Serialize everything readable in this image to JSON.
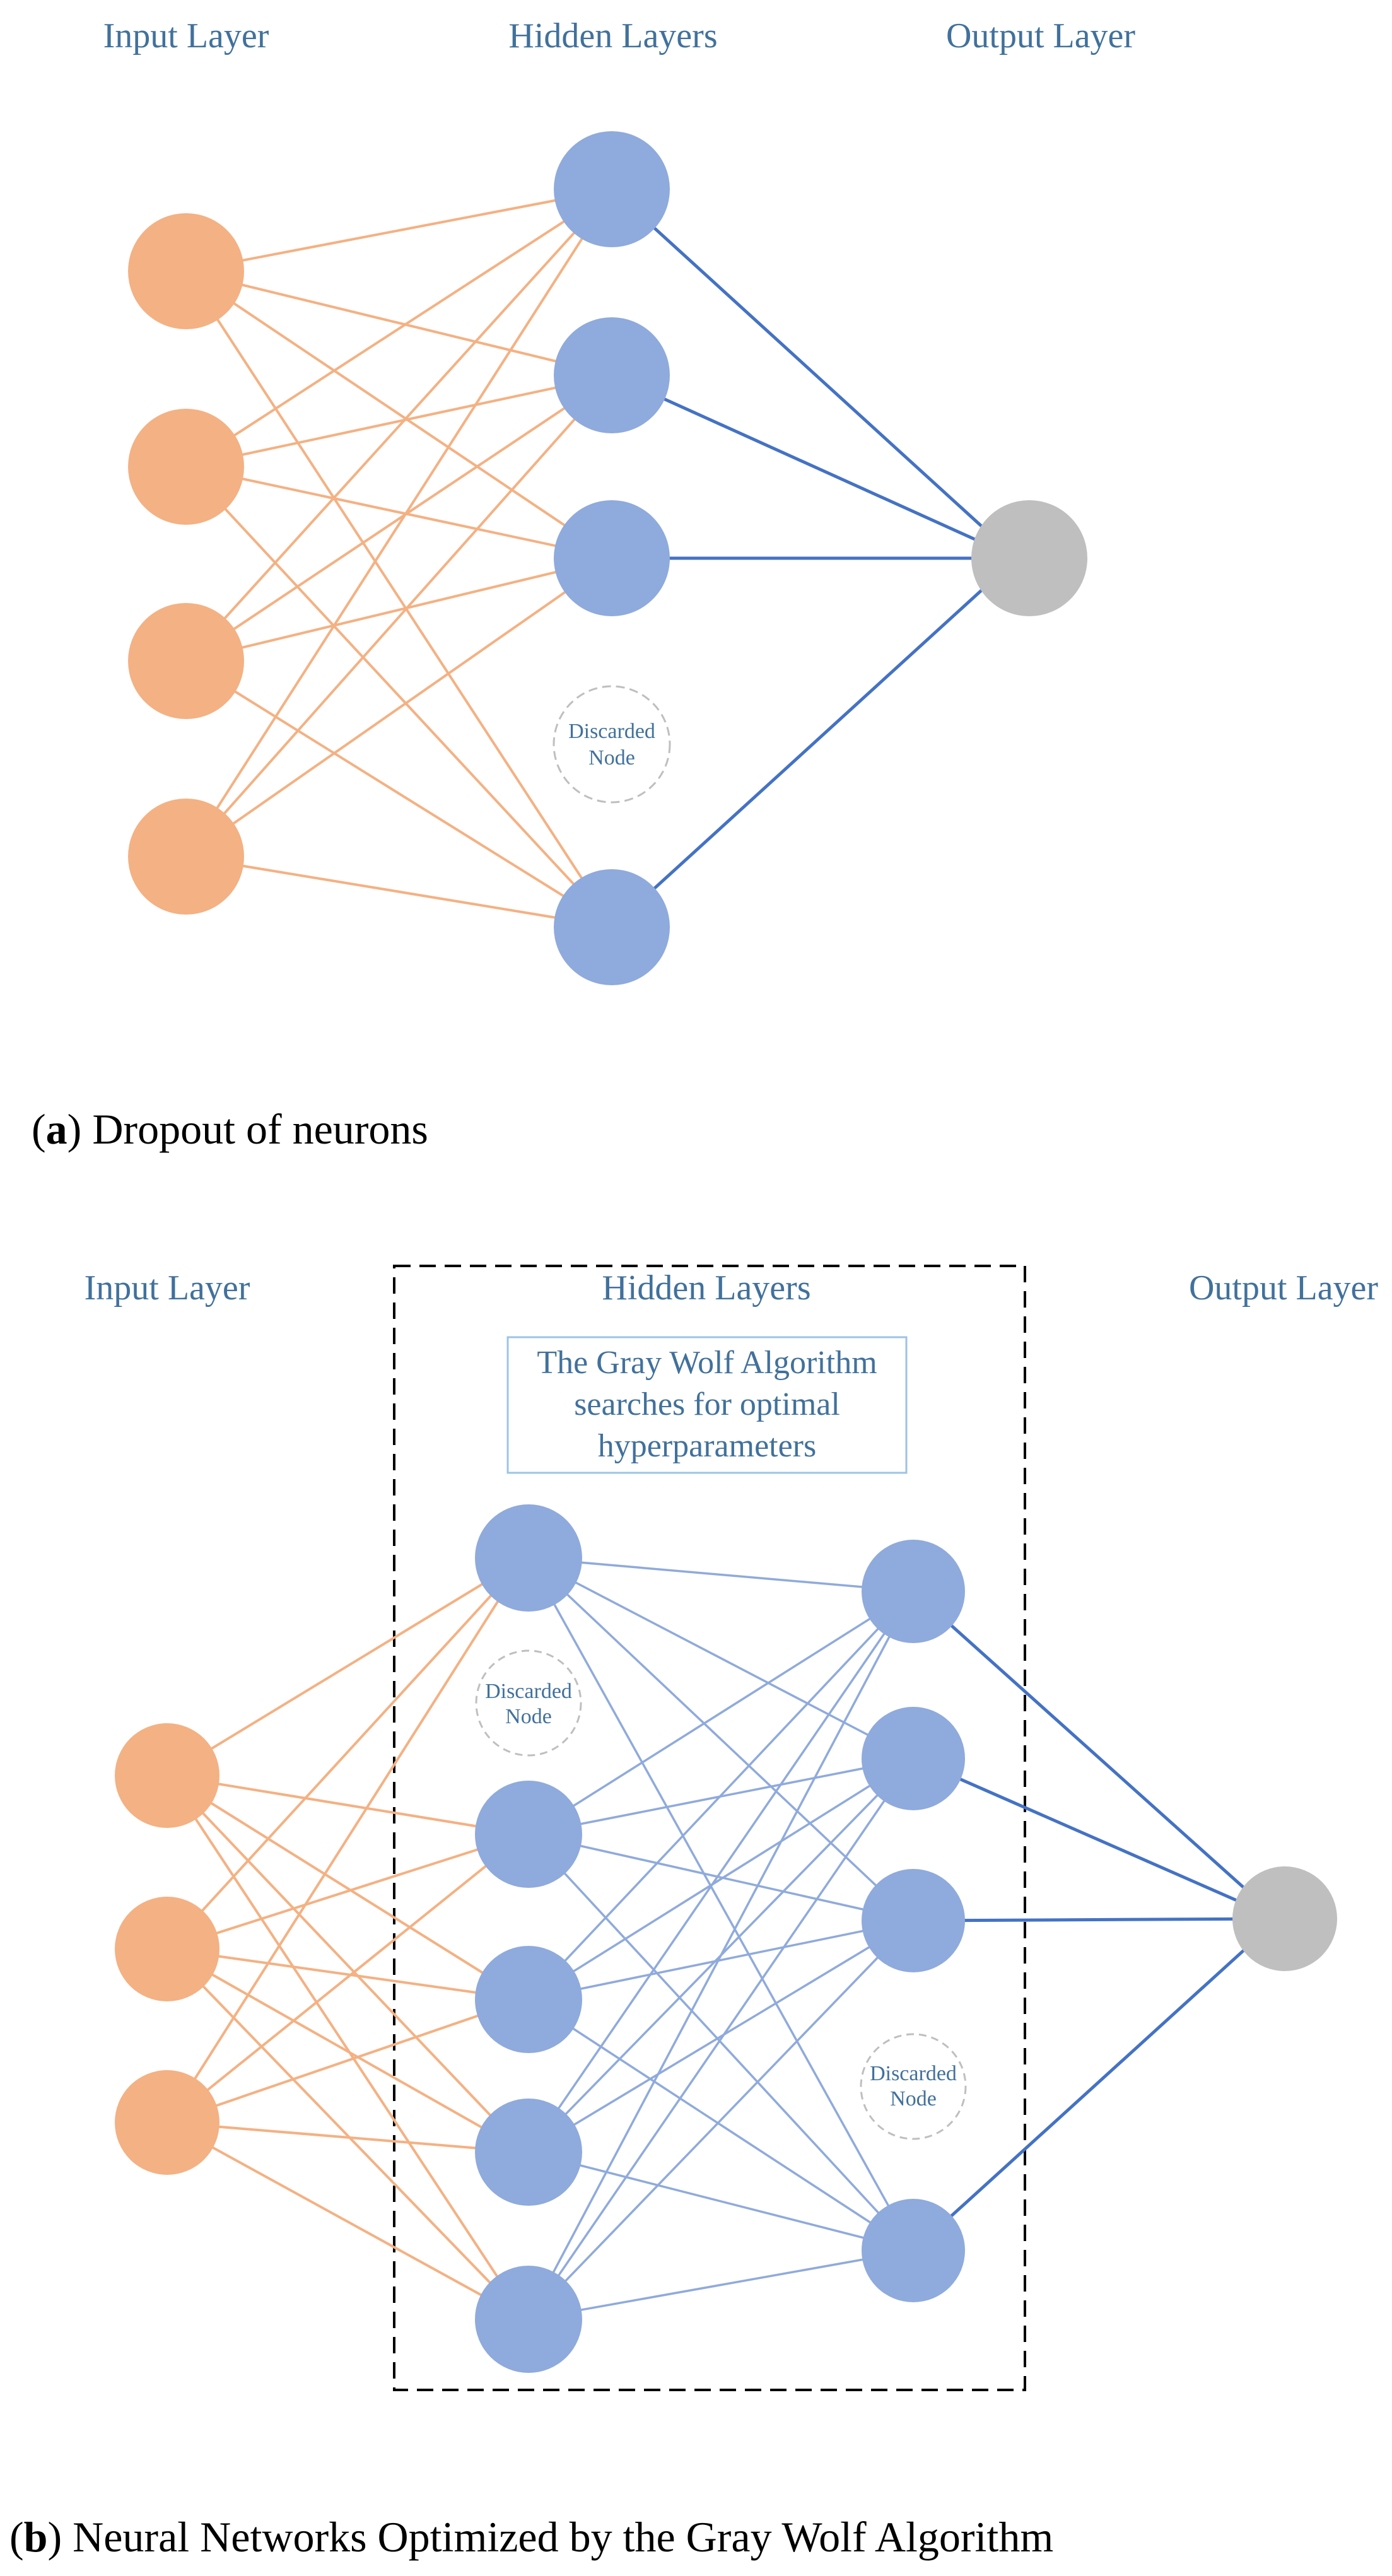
{
  "colors": {
    "input_node": "#f4b183",
    "hidden_node": "#8faadc",
    "output_node": "#bfbfbf",
    "input_edge": "#f4b183",
    "hidden_edge": "#8faadc",
    "output_edge": "#4472c4",
    "label_text": "#41719c",
    "discarded_outline": "#bfbfbf",
    "box_border": "#000000"
  },
  "panel_a": {
    "input_label": "Input Layer",
    "hidden_label": "Hidden Layers",
    "output_label": "Output Layer",
    "discarded": {
      "line1": "Discarded",
      "line2": "Node"
    },
    "caption_letter": "a",
    "caption_text": "Dropout of neurons"
  },
  "panel_b": {
    "input_label": "Input Layer",
    "hidden_label": "Hidden Layers",
    "output_label": "Output Layer",
    "gwo_box": {
      "line1": "The Gray Wolf Algorithm",
      "line2": "searches for optimal",
      "line3": "hyperparameters"
    },
    "discarded_1": {
      "line1": "Discarded",
      "line2": "Node"
    },
    "discarded_2": {
      "line1": "Discarded",
      "line2": "Node"
    },
    "caption_letter": "b",
    "caption_text": "Neural Networks Optimized by the Gray Wolf Algorithm"
  }
}
